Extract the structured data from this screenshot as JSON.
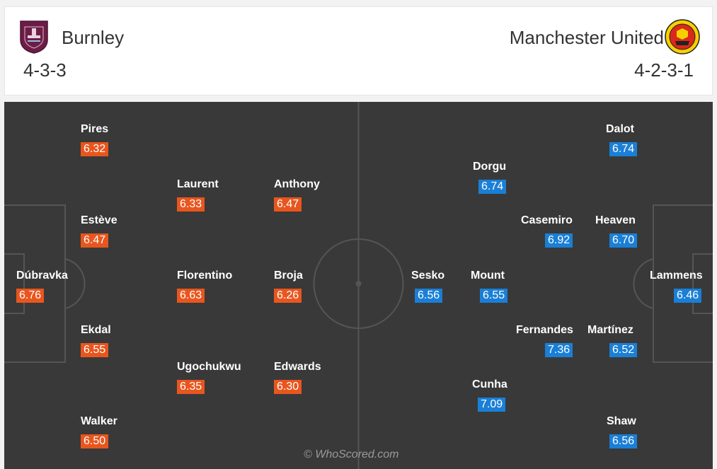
{
  "header": {
    "home_team": {
      "name": "Burnley",
      "formation": "4-3-3",
      "crest_icon": "burnley-crest-icon",
      "crest_color": "#6c1d45"
    },
    "away_team": {
      "name": "Manchester United",
      "formation": "4-2-3-1",
      "crest_icon": "manchester-united-crest-icon",
      "crest_color": "#da291c"
    }
  },
  "colors": {
    "home_rating": "#e8561e",
    "away_rating": "#1a7fd6",
    "pitch": "#393939"
  },
  "home_players": [
    {
      "name": "Pires",
      "rating": "6.32"
    },
    {
      "name": "Laurent",
      "rating": "6.33"
    },
    {
      "name": "Anthony",
      "rating": "6.47"
    },
    {
      "name": "Estève",
      "rating": "6.47"
    },
    {
      "name": "Dúbravka",
      "rating": "6.76"
    },
    {
      "name": "Florentino",
      "rating": "6.63"
    },
    {
      "name": "Broja",
      "rating": "6.26"
    },
    {
      "name": "Ekdal",
      "rating": "6.55"
    },
    {
      "name": "Ugochukwu",
      "rating": "6.35"
    },
    {
      "name": "Edwards",
      "rating": "6.30"
    },
    {
      "name": "Walker",
      "rating": "6.50"
    }
  ],
  "away_players": [
    {
      "name": "Dalot",
      "rating": "6.74"
    },
    {
      "name": "Dorgu",
      "rating": "6.74"
    },
    {
      "name": "Casemiro",
      "rating": "6.92"
    },
    {
      "name": "Heaven",
      "rating": "6.70"
    },
    {
      "name": "Sesko",
      "rating": "6.56"
    },
    {
      "name": "Mount",
      "rating": "6.55"
    },
    {
      "name": "Lammens",
      "rating": "6.46"
    },
    {
      "name": "Fernandes",
      "rating": "7.36"
    },
    {
      "name": "Martínez",
      "rating": "6.52"
    },
    {
      "name": "Cunha",
      "rating": "7.09"
    },
    {
      "name": "Shaw",
      "rating": "6.56"
    }
  ],
  "watermark": "© WhoScored.com"
}
